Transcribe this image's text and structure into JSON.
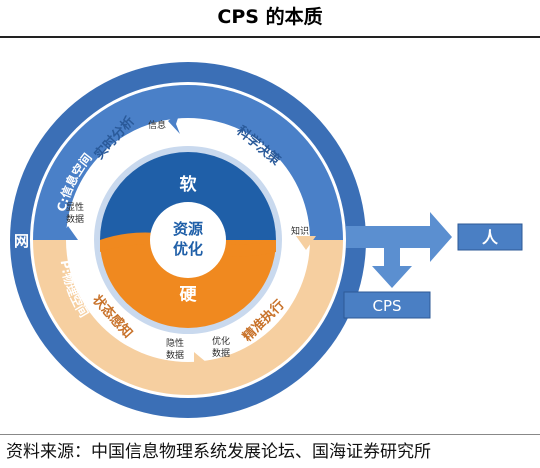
{
  "title": "CPS 的本质",
  "source": "资料来源：中国信息物理系统发展论坛、国海证券研究所",
  "diagram": {
    "outer_ring": "网",
    "middle_ring": {
      "top": "C:信息空间",
      "bottom": "P:物理空间"
    },
    "inner_ring": {
      "stages": [
        "实时分析",
        "科学决策",
        "精准执行",
        "状态感知"
      ],
      "small_labels": [
        "信息",
        "知识",
        "隐性\n数据",
        "显性\n数据",
        "优化\n数据"
      ]
    },
    "core": {
      "top": "软",
      "center": "资源\n优化",
      "bottom": "硬"
    },
    "outputs": [
      "人",
      "CPS"
    ]
  },
  "colors": {
    "outer_blue": "#3b6fb6",
    "middle_blue": "#5b8fd0",
    "peach": "#f6cfa0",
    "orange": "#f0891f",
    "core_blue": "#1f5fa8",
    "arrow_blue": "#4a7fc4"
  }
}
